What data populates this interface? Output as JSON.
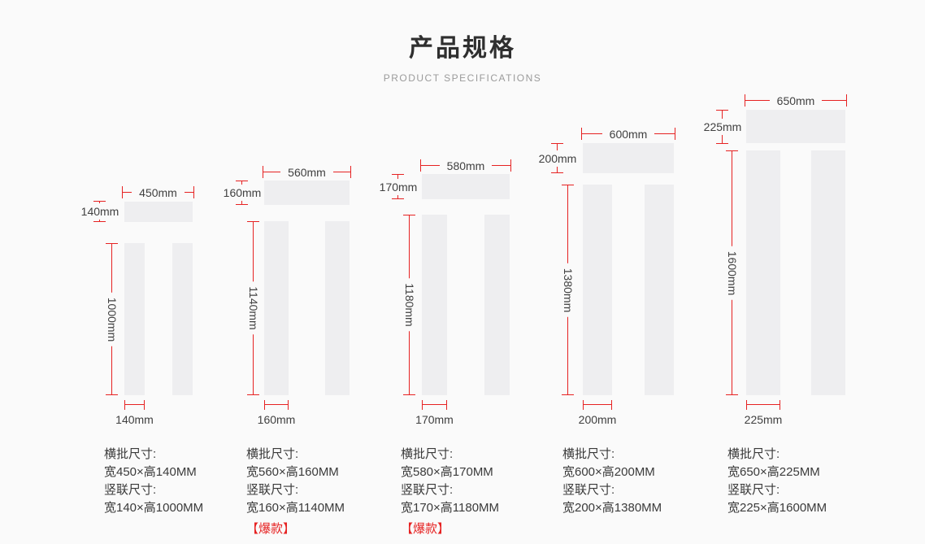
{
  "header": {
    "title": "产品规格",
    "subtitle": "PRODUCT SPECIFICATIONS"
  },
  "colors": {
    "accent_red": "#e62222",
    "bar_gray": "#eeeef0",
    "background": "#fafafa"
  },
  "groups": [
    {
      "banner_width": "450mm",
      "banner_height": "140mm",
      "couplet_height": "1000mm",
      "couplet_width": "140mm",
      "spec_banner_title": "横批尺寸:",
      "spec_banner_value": "宽450×高140MM",
      "spec_couplet_title": "竖联尺寸:",
      "spec_couplet_value": "宽140×高1000MM",
      "badge": ""
    },
    {
      "banner_width": "560mm",
      "banner_height": "160mm",
      "couplet_height": "1140mm",
      "couplet_width": "160mm",
      "spec_banner_title": "横批尺寸:",
      "spec_banner_value": "宽560×高160MM",
      "spec_couplet_title": "竖联尺寸:",
      "spec_couplet_value": "宽160×高1140MM",
      "badge": "【爆款】"
    },
    {
      "banner_width": "580mm",
      "banner_height": "170mm",
      "couplet_height": "1180mm",
      "couplet_width": "170mm",
      "spec_banner_title": "横批尺寸:",
      "spec_banner_value": "宽580×高170MM",
      "spec_couplet_title": "竖联尺寸:",
      "spec_couplet_value": "宽170×高1180MM",
      "badge": "【爆款】"
    },
    {
      "banner_width": "600mm",
      "banner_height": "200mm",
      "couplet_height": "1380mm",
      "couplet_width": "200mm",
      "spec_banner_title": "横批尺寸:",
      "spec_banner_value": "宽600×高200MM",
      "spec_couplet_title": "竖联尺寸:",
      "spec_couplet_value": "宽200×高1380MM",
      "badge": ""
    },
    {
      "banner_width": "650mm",
      "banner_height": "225mm",
      "couplet_height": "1600mm",
      "couplet_width": "225mm",
      "spec_banner_title": "横批尺寸:",
      "spec_banner_value": "宽650×高225MM",
      "spec_couplet_title": "竖联尺寸:",
      "spec_couplet_value": "宽225×高1600MM",
      "badge": ""
    }
  ]
}
